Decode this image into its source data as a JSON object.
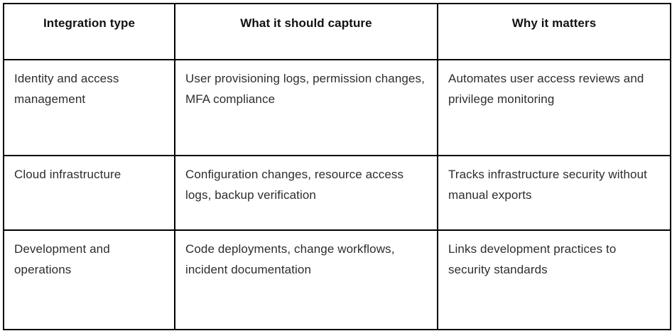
{
  "colors": {
    "background": "#ffffff",
    "border": "#000000",
    "header_text": "#111111",
    "body_text": "#2d2d2d"
  },
  "table": {
    "columns": [
      {
        "label": "Integration type"
      },
      {
        "label": "What it should capture"
      },
      {
        "label": "Why it matters"
      }
    ],
    "rows": [
      {
        "cells": [
          "Identity and access management",
          "User provisioning logs, permission changes, MFA compliance",
          "Automates user access reviews and privilege monitoring"
        ]
      },
      {
        "cells": [
          "Cloud infrastructure",
          "Configuration changes, resource access logs, backup verification",
          "Tracks infrastructure security without manual exports"
        ]
      },
      {
        "cells": [
          "Development and operations",
          "Code deployments, change workflows, incident documentation",
          "Links development practices to security standards"
        ]
      }
    ]
  }
}
